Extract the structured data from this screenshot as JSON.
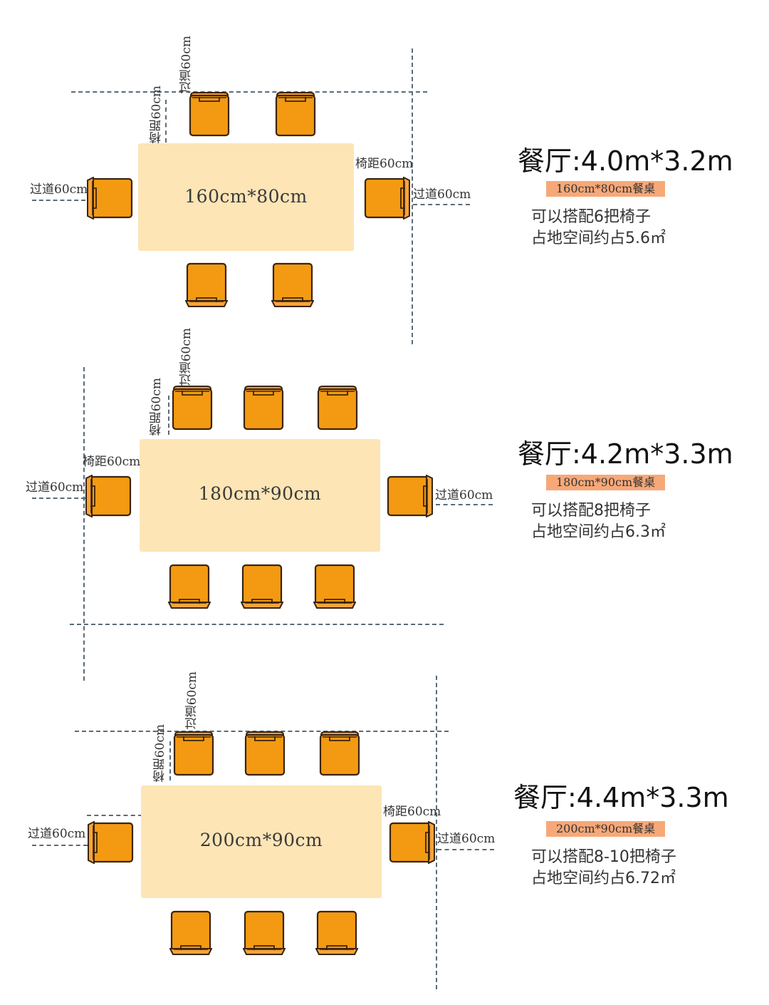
{
  "colors": {
    "chair_fill": "#f39a12",
    "chair_stroke": "#3b2410",
    "table_fill": "#fde5b6",
    "badge": "#f7a878",
    "dash": "#5a6b78"
  },
  "icons": {
    "chair": "chair-icon"
  },
  "layouts": [
    {
      "table_label": "160cm*80cm",
      "title": "餐厅:4.0m*3.2m",
      "badge": "160cm*80cm餐桌",
      "desc1": "可以搭配6把椅子",
      "desc2": "占地空间约占5.6㎡",
      "label_aisle_top": "过道60cm",
      "label_chair_gap_top": "椅距60cm",
      "label_aisle_left": "过道60cm",
      "label_chair_gap_right": "椅距60cm",
      "label_aisle_right": "过道60cm"
    },
    {
      "table_label": "180cm*90cm",
      "title": "餐厅:4.2m*3.3m",
      "badge": "180cm*90cm餐桌",
      "desc1": "可以搭配8把椅子",
      "desc2": "占地空间约占6.3㎡",
      "label_aisle_top": "过道60cm",
      "label_chair_gap_top": "椅距60cm",
      "label_chair_gap_left": "椅距60cm",
      "label_aisle_left": "过道60cm",
      "label_aisle_right": "过道60cm"
    },
    {
      "table_label": "200cm*90cm",
      "title": "餐厅:4.4m*3.3m",
      "badge": "200cm*90cm餐桌",
      "desc1": "可以搭配8-10把椅子",
      "desc2": "占地空间约占6.72㎡",
      "label_aisle_top": "过道60cm",
      "label_chair_gap_top": "椅距60cm",
      "label_aisle_left": "过道60cm",
      "label_chair_gap_right": "椅距60cm",
      "label_aisle_right": "过道60cm"
    }
  ]
}
